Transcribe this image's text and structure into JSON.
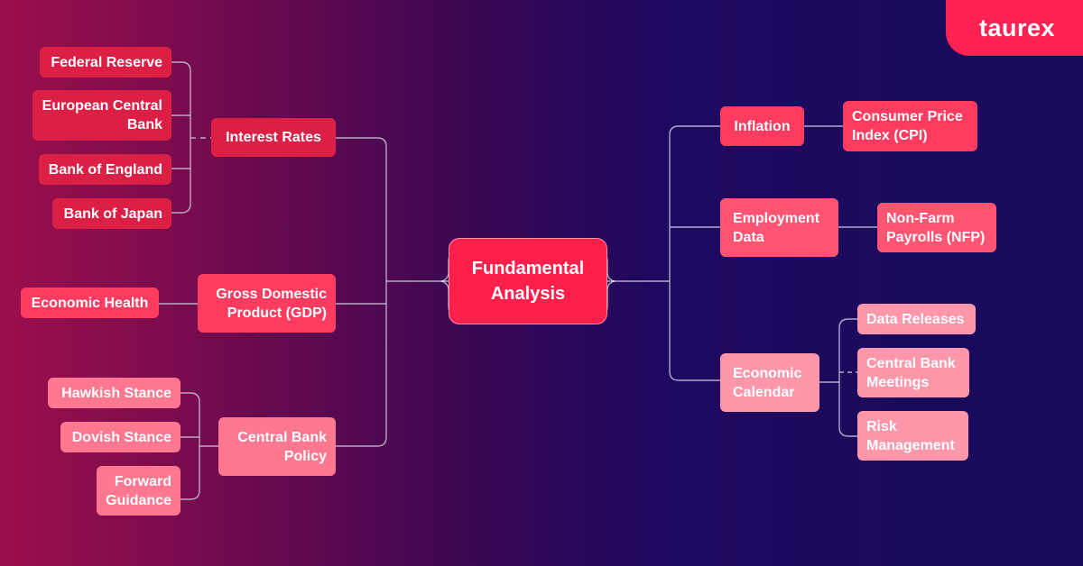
{
  "brand": {
    "logo_text": "taurex",
    "accent": "#ff2152"
  },
  "center": {
    "label": "Fundamental Analysis",
    "line1": "Fundamental",
    "line2": "Analysis",
    "color": "#ff1f4b"
  },
  "left_branches": [
    {
      "label": "Interest Rates",
      "children": [
        "Federal Reserve",
        "European Central Bank",
        "Bank of England",
        "Bank of Japan"
      ]
    },
    {
      "label": "Gross Domestic Product (GDP)",
      "line1": "Gross Domestic",
      "line2": "Product (GDP)",
      "children": [
        "Economic Health"
      ]
    },
    {
      "label": "Central Bank Policy",
      "line1": "Central Bank",
      "line2": "Policy",
      "children": [
        "Hawkish Stance",
        "Dovish Stance",
        "Forward Guidance"
      ]
    }
  ],
  "right_branches": [
    {
      "label": "Inflation",
      "children": [
        "Consumer Price Index (CPI)"
      ]
    },
    {
      "label": "Employment Data",
      "line1": "Employment",
      "line2": "Data",
      "children": [
        "Non-Farm Payrolls (NFP)"
      ]
    },
    {
      "label": "Economic Calendar",
      "line1": "Economic",
      "line2": "Calendar",
      "children": [
        "Data Releases",
        "Central Bank Meetings",
        "Risk Management"
      ]
    }
  ],
  "text": {
    "ecb_1": "European Central",
    "ecb_2": "Bank",
    "fg_1": "Forward",
    "fg_2": "Guidance",
    "cpi_1": "Consumer Price",
    "cpi_2": "Index (CPI)",
    "nfp_1": "Non-Farm",
    "nfp_2": "Payrolls (NFP)",
    "cbm_1": "Central Bank",
    "cbm_2": "Meetings",
    "rm_1": "Risk",
    "rm_2": "Management"
  },
  "colors": {
    "deep_red": "#dc1f45",
    "bright": "#ff3c5f",
    "pink": "#ff5573",
    "light_pink": "#ff7890",
    "pale_pink": "#ff97aa",
    "connector": "#c9c3dc",
    "bg_left": "#9c0f4c",
    "bg_right": "#170a5c"
  }
}
